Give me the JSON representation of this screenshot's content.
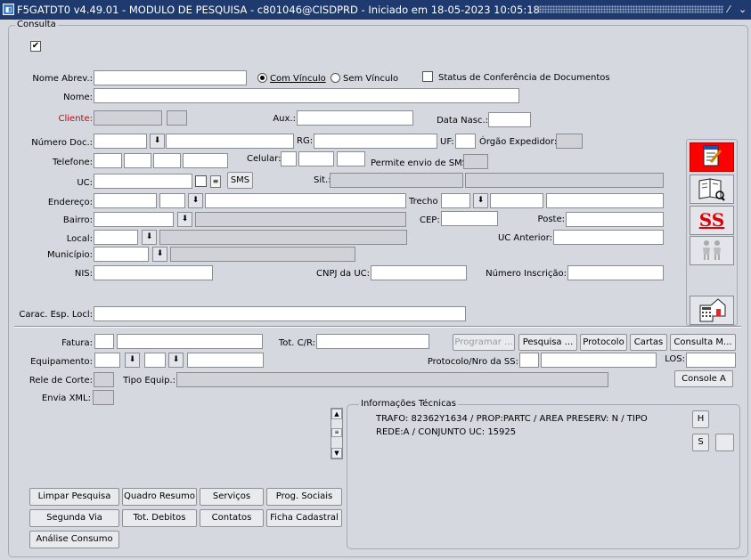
{
  "window": {
    "title": "F5GATDT0 v4.49.01 - MODULO DE PESQUISA  - c801046@CISDPRD  - Iniciado em 18-05-2023 10:05:18",
    "app_icon": "app-icon",
    "pin": "⁄",
    "min": "⌄"
  },
  "group_consulta": "Consulta",
  "top_check": "✔",
  "labels": {
    "nome_abrev": "Nome Abrev.:",
    "com_vinculo": "Com Vínculo",
    "sem_vinculo": "Sem Vínculo",
    "status_conf": "Status de Conferência de Documentos",
    "nome": "Nome:",
    "cliente": "Cliente:",
    "aux": "Aux.:",
    "data_nasc": "Data Nasc.:",
    "numero_doc": "Número Doc.:",
    "rg": "RG:",
    "uf": "UF:",
    "orgao": "Órgão Expedidor:",
    "telefone": "Telefone:",
    "celular": "Celular:",
    "permite_sms": "Permite envio de SMS",
    "uc": "UC:",
    "sit": "Sit.:",
    "endereco": "Endereço:",
    "trecho": "Trecho",
    "bairro": "Bairro:",
    "cep": "CEP:",
    "poste": "Poste:",
    "local": "Local:",
    "uc_anterior": "UC Anterior:",
    "municipio": "Município:",
    "nis": "NIS:",
    "cnpj_uc": "CNPJ da UC:",
    "numero_insc": "Número Inscrição:",
    "carac": "Carac. Esp. Locl:",
    "fatura": "Fatura:",
    "tot_cr": "Tot. C/R:",
    "equipamento": "Equipamento:",
    "protocolo_nro": "Protocolo/Nro da SS:",
    "los": "LOS:",
    "rele": "Rele de Corte:",
    "tipo_equip": "Tipo Equip.:",
    "envia_xml": "Envia XML:"
  },
  "buttons": {
    "sms": "SMS",
    "programar": "Programar ...",
    "pesquisa": "Pesquisa ...",
    "protocolo": "Protocolo",
    "cartas": "Cartas",
    "consulta_m": "Consulta M...",
    "console_a": "Console A",
    "limpar": "Limpar Pesquisa",
    "quadro": "Quadro Resumo",
    "servicos": "Serviços",
    "prog_sociais": "Prog. Sociais",
    "segunda_via": "Segunda Via",
    "tot_debitos": "Tot. Debitos",
    "contatos": "Contatos",
    "ficha": "Ficha Cadastral",
    "analise": "Análise Consumo",
    "h": "H",
    "s": "S"
  },
  "toolbar": {
    "edit_icon": "notepad-edit-icon",
    "book_icon": "book-search-icon",
    "ss_label": "SS",
    "people_icon": "people-icon",
    "report_icon": "calculator-report-icon"
  },
  "info_tecnicas": {
    "title": "Informações Técnicas",
    "line1": "TRAFO: 82362Y1634 / PROP:PARTC / AREA PRESERV: N / TIPO",
    "line2": "REDE:A / CONJUNTO UC: 15925"
  },
  "colors": {
    "titlebar": "#1f3a6e",
    "background": "#d6d8e0",
    "accent_red": "#ff0000"
  }
}
